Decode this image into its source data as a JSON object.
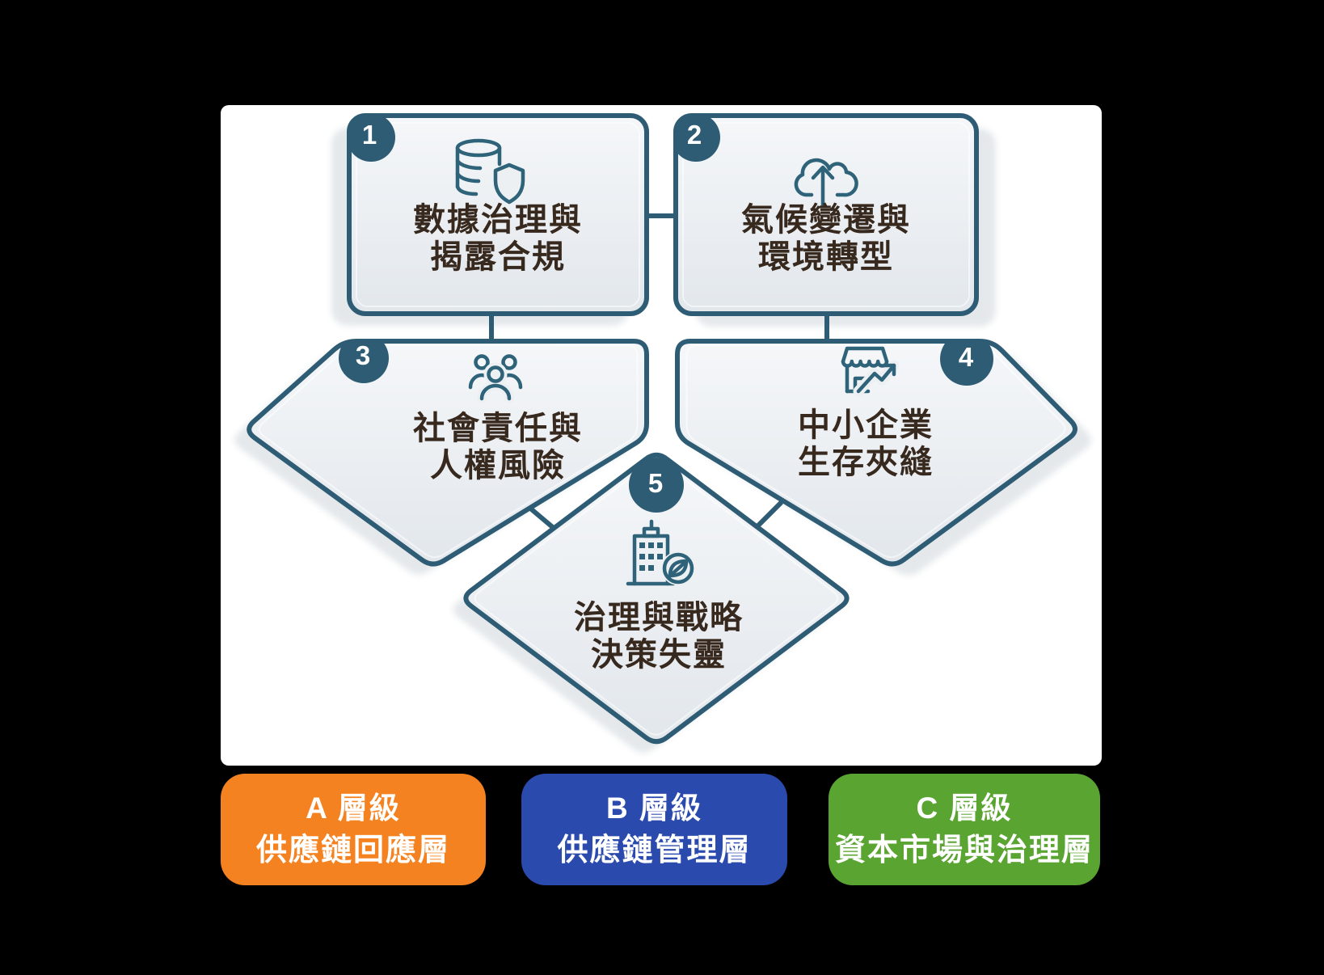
{
  "nodes": [
    {
      "number": "1",
      "line1": "數據治理與",
      "line2": "揭露合規",
      "icon": "database-shield-icon"
    },
    {
      "number": "2",
      "line1": "氣候變遷與",
      "line2": "環境轉型",
      "icon": "cloud-upload-icon"
    },
    {
      "number": "3",
      "line1": "社會責任與",
      "line2": "人權風險",
      "icon": "people-group-icon"
    },
    {
      "number": "4",
      "line1": "中小企業",
      "line2": "生存夾縫",
      "icon": "storefront-growth-icon"
    },
    {
      "number": "5",
      "line1": "治理與戰略",
      "line2": "決策失靈",
      "icon": "building-leaf-icon"
    }
  ],
  "legend": [
    {
      "line1": "A 層級",
      "line2": "供應鏈回應層",
      "color": "#f58220"
    },
    {
      "line1": "B 層級",
      "line2": "供應鏈管理層",
      "color": "#2b4aae"
    },
    {
      "line1": "C 層級",
      "line2": "資本市場與治理層",
      "color": "#5aa432"
    }
  ],
  "colors": {
    "background": "#000000",
    "canvas": "#ffffff",
    "node_border": "#2d5c74",
    "node_fill_top": "#f5f7f9",
    "node_fill_bottom": "#e2e7ec",
    "badge_fill": "#2d5c74",
    "badge_text": "#ffffff",
    "title_text": "#38291f",
    "icon_stroke": "#2e6379",
    "legend_a": "#f58220",
    "legend_b": "#2b4aae",
    "legend_c": "#5aa432",
    "legend_text": "#ffffff"
  }
}
